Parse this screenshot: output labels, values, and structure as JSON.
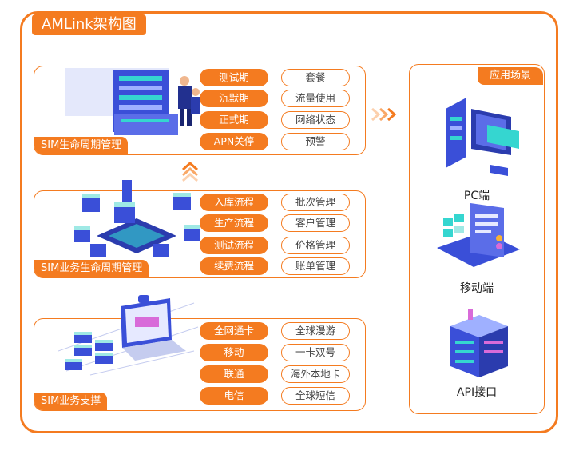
{
  "title": "AMLink架构图",
  "sections": [
    {
      "label": "SIM生命周期管理",
      "left_items": [
        "测试期",
        "沉默期",
        "正式期",
        "APN关停"
      ],
      "right_items": [
        "套餐",
        "流量使用",
        "网络状态",
        "预警"
      ]
    },
    {
      "label": "SIM业务生命周期管理",
      "left_items": [
        "入库流程",
        "生产流程",
        "测试流程",
        "续费流程"
      ],
      "right_items": [
        "批次管理",
        "客户管理",
        "价格管理",
        "账单管理"
      ]
    },
    {
      "label": "SIM业务支撑",
      "left_items": [
        "全网通卡",
        "移动",
        "联通",
        "电信"
      ],
      "right_items": [
        "全球漫游",
        "一卡双号",
        "海外本地卡",
        "全球短信"
      ]
    }
  ],
  "apps": {
    "title": "应用场景",
    "items": [
      "PC端",
      "移动端",
      "API接口"
    ]
  },
  "colors": {
    "accent": "#f47b20",
    "illustration_blue": "#3a4fd8",
    "illustration_teal": "#35d6d0"
  }
}
